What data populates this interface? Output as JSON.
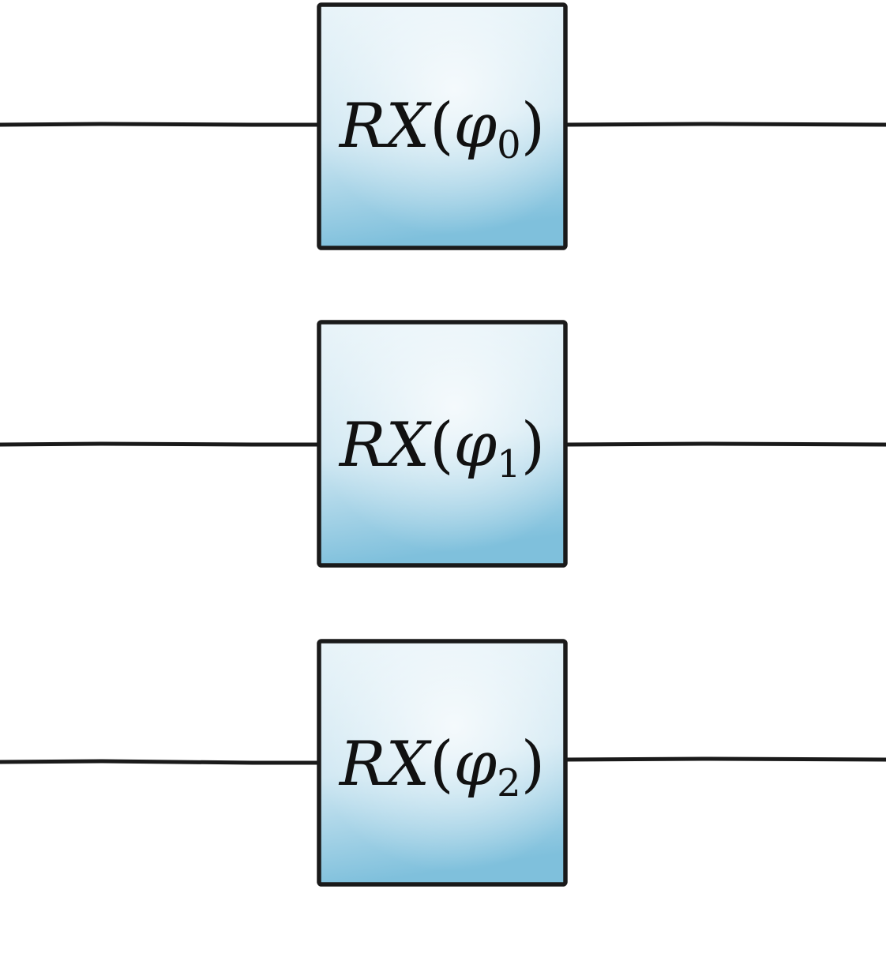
{
  "diagram": {
    "type": "quantum-circuit",
    "colors": {
      "gate_fill_light": "#e9f4f9",
      "gate_fill_dark": "#68b4d4",
      "wire": "#1a1a1a"
    },
    "qubits": [
      {
        "gate": {
          "name": "RX",
          "param_symbol": "φ",
          "param_index": "0"
        }
      },
      {
        "gate": {
          "name": "RX",
          "param_symbol": "φ",
          "param_index": "1"
        }
      },
      {
        "gate": {
          "name": "RX",
          "param_symbol": "φ",
          "param_index": "2"
        }
      }
    ],
    "paren_open": "(",
    "paren_close": ")"
  }
}
